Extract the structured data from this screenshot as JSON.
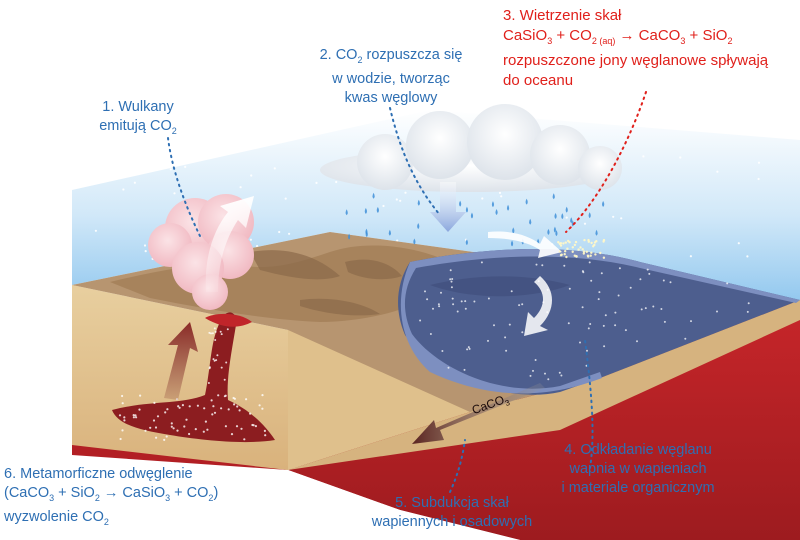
{
  "labels": {
    "l1": {
      "line1": "1. Wulkany",
      "line2_pre": "emitują CO",
      "line2_sub": "2"
    },
    "l2": {
      "line1_a": "2. CO",
      "line1_sub": "2",
      "line1_b": " rozpuszcza się",
      "line2": "w wodzie, tworząc",
      "line3": "kwas węglowy"
    },
    "l3": {
      "title": "3. Wietrzenie skał",
      "eq_a": "CaSiO",
      "eq_a_sub": "3",
      "eq_b": " + CO",
      "eq_b_sub": "2 (aq)",
      "eq_c": " → CaCO",
      "eq_c_sub": "3",
      "eq_d": " + SiO",
      "eq_d_sub": "2",
      "line3": "rozpuszczone jony węglanowe spływają",
      "line4": "do oceanu"
    },
    "l4": {
      "line1": "4. Odkładanie węglanu",
      "line2": "wapnia w wapieniach",
      "line3": "i materiale organicznym"
    },
    "l5": {
      "line1": "5. Subdukcja skał",
      "line2": "wapiennych i osadowych"
    },
    "l6": {
      "line1": "6. Metamorficzne odwęglenie",
      "eq_a": "(CaCO",
      "eq_a_sub": "3",
      "eq_b": " + SiO",
      "eq_b_sub": "2",
      "eq_c": " → CaSiO",
      "eq_c_sub": "3",
      "eq_d": " + CO",
      "eq_d_sub": "2",
      "eq_e": ")",
      "line3_pre": "wyzwolenie CO",
      "line3_sub": "2"
    },
    "caco3": {
      "text": "CaCO",
      "sub": "3"
    }
  },
  "colors": {
    "blue_label": "#2e6fb3",
    "red_label": "#e0201b",
    "sky": "#9fd0f0",
    "ocean": "#4d5e8e",
    "land": "#b7926a",
    "crust_red": "#b21f24",
    "sand": "#e4c898"
  }
}
